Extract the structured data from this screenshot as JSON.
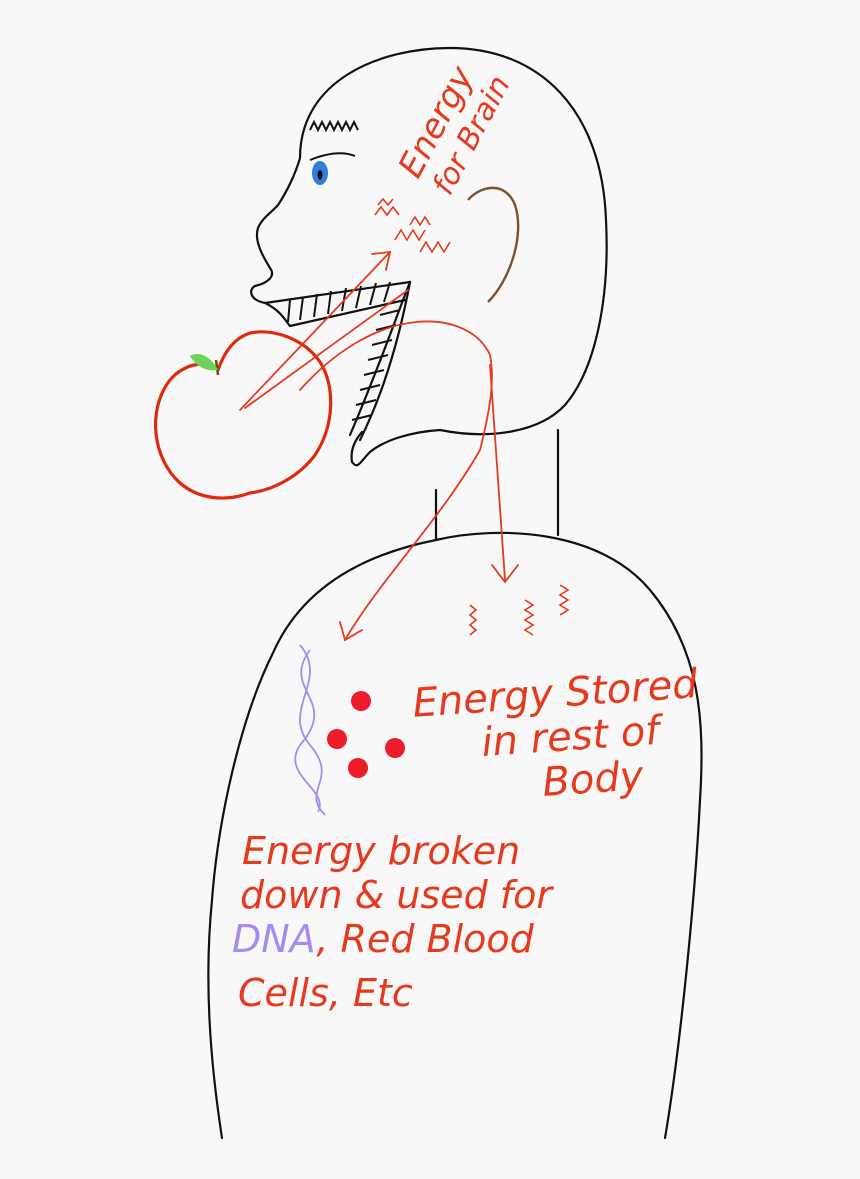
{
  "colors": {
    "background": "#f8f8f8",
    "outline": "#111111",
    "annotation": "#e53a1e",
    "apple": "#dd2a10",
    "leaf": "#6bd35a",
    "eye": "#2f7fe0",
    "ear": "#7a5230",
    "dna": "#a88bf0",
    "blood_cells": "#ee1c2a"
  },
  "labels": {
    "brain_line1": "Energy",
    "brain_line2": "for Brain",
    "stored_line1": "Energy Stored",
    "stored_line2": "in rest of",
    "stored_line3": "Body",
    "broken_line1": "Energy broken",
    "broken_line2": "down & used for",
    "broken_dna": "DNA",
    "broken_line3_rest": ", Red Blood",
    "broken_line4": "Cells, Etc"
  },
  "icons": {
    "apple": "apple-icon",
    "eye": "eye-icon",
    "dna": "dna-helix-icon",
    "cells": "red-blood-cell-icon"
  }
}
